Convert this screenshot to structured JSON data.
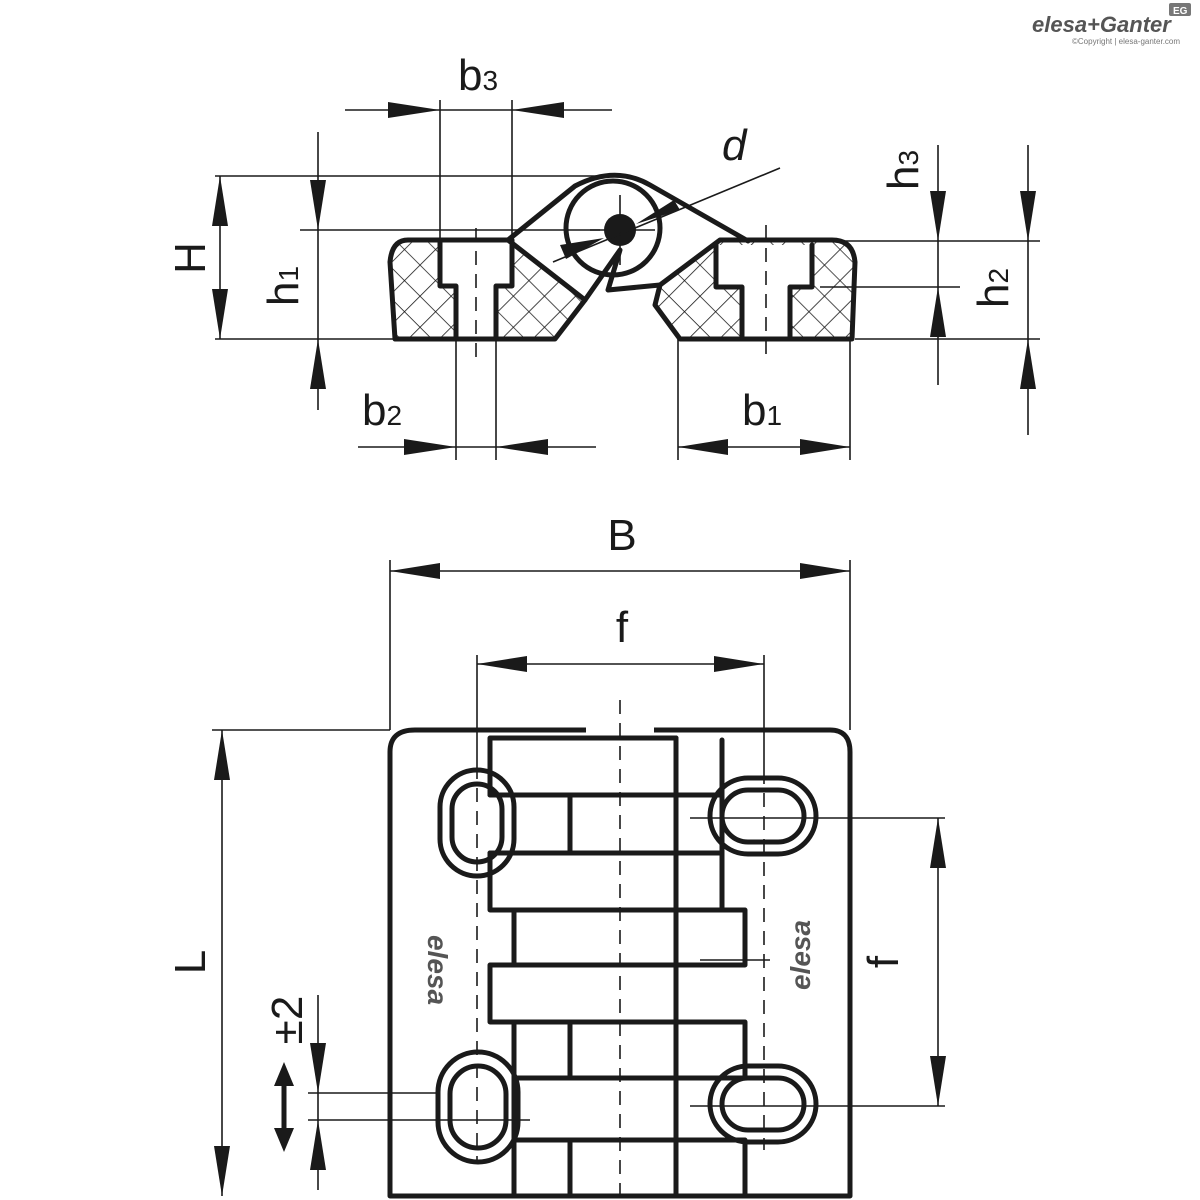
{
  "brand": {
    "logo_text": "elesa+Ganter",
    "badge_text": "EG",
    "copyright": "©Copyright | elesa-ganter.com"
  },
  "labels": {
    "b3": {
      "main": "b",
      "sub": "3"
    },
    "d": "d",
    "H": "H",
    "h1": {
      "main": "h",
      "sub": "1"
    },
    "h2": {
      "main": "h",
      "sub": "2"
    },
    "h3": {
      "main": "h",
      "sub": "3"
    },
    "b1": {
      "main": "b",
      "sub": "1"
    },
    "b2": {
      "main": "b",
      "sub": "2"
    },
    "B": "B",
    "f_horizontal": "f",
    "f_vertical": "f",
    "L": "L",
    "tolerance": "±2"
  },
  "markings": {
    "left_leaf": "elesa",
    "right_leaf": "elesa"
  }
}
